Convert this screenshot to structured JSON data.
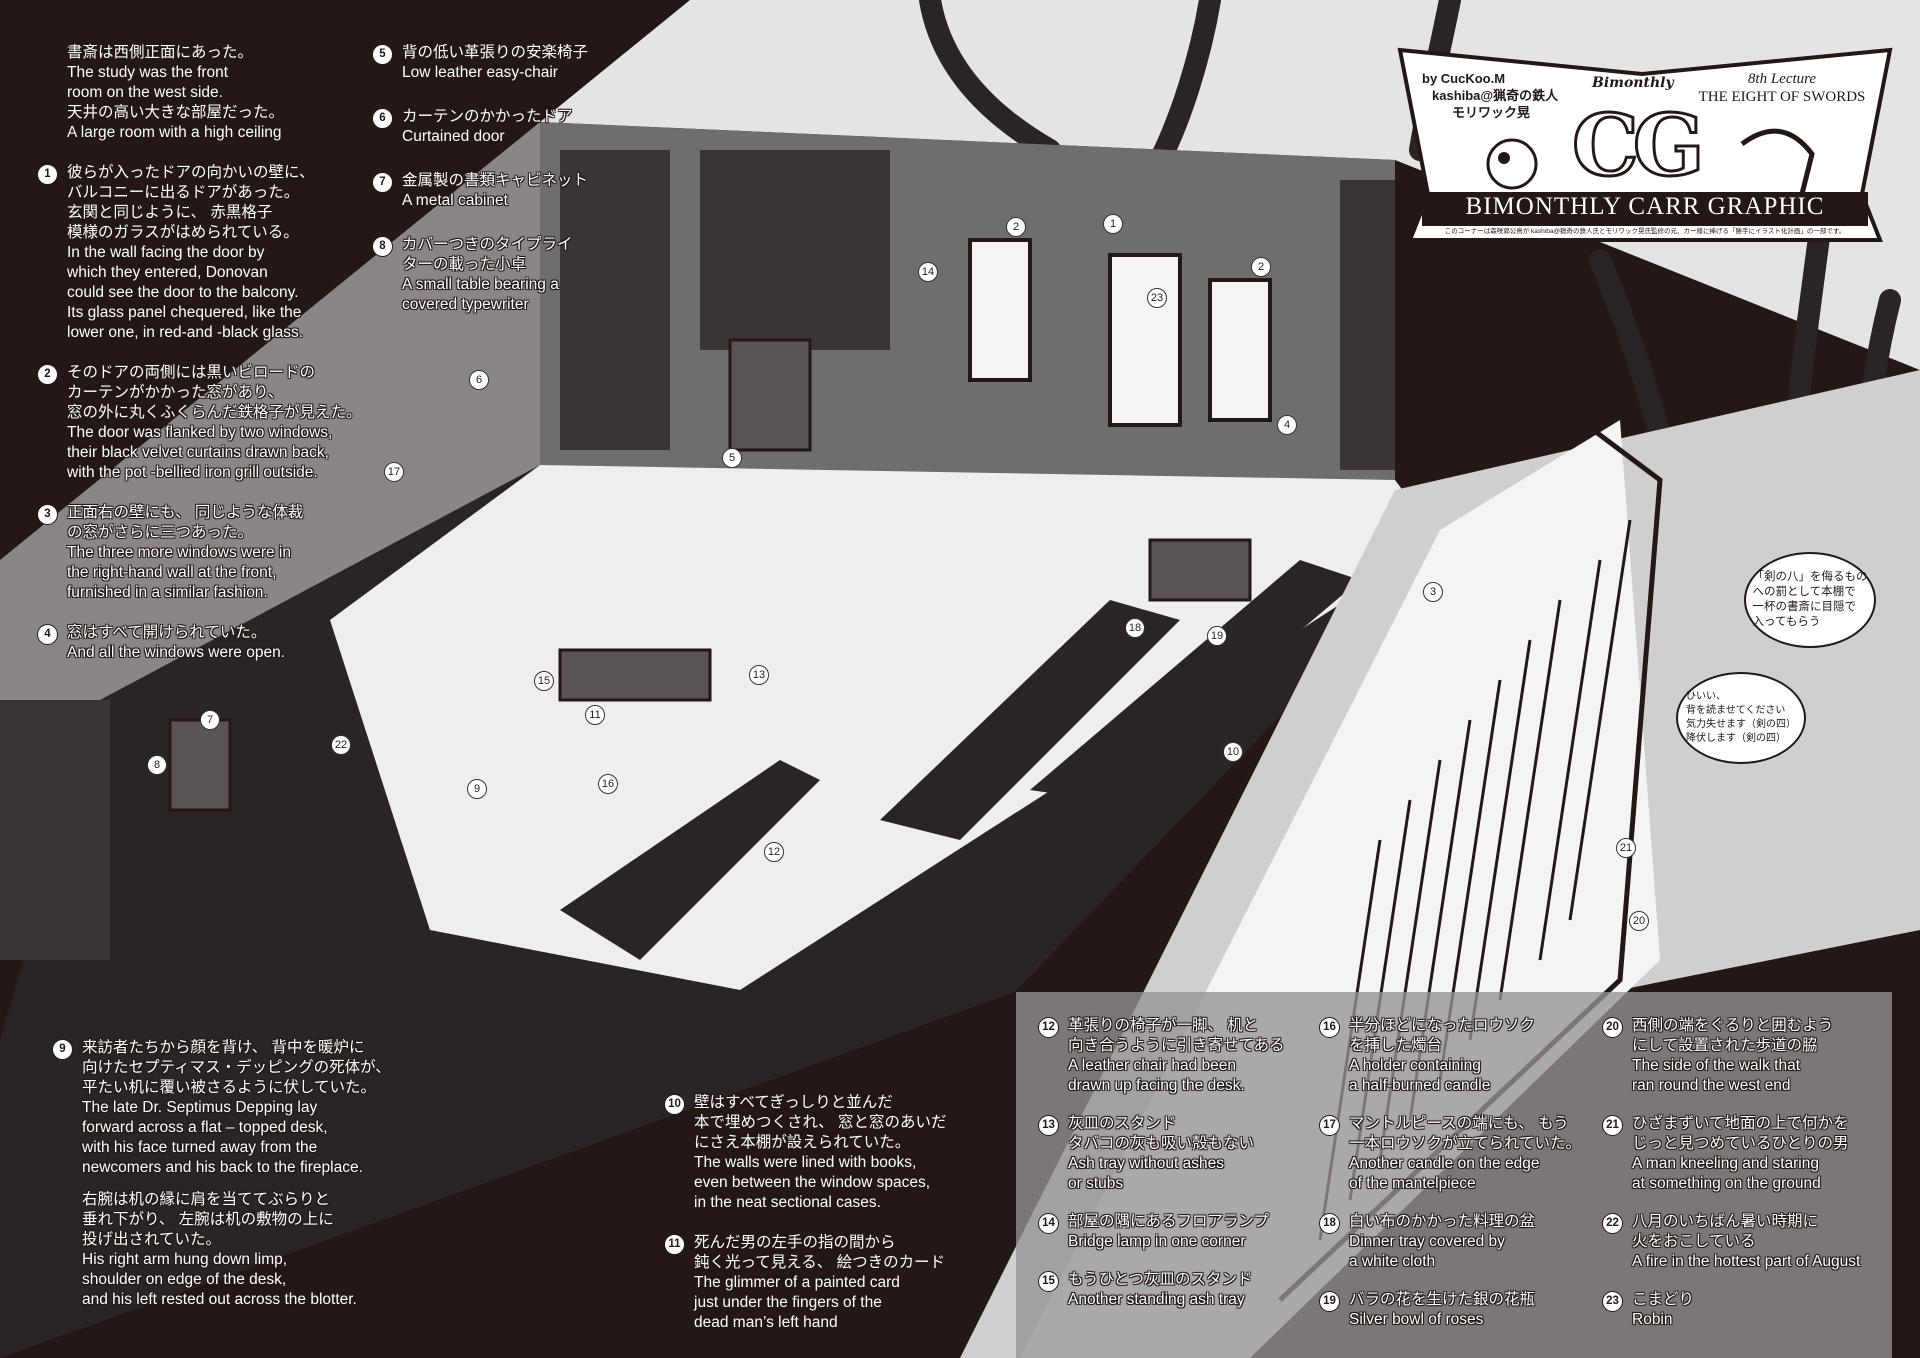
{
  "intro": {
    "lines": [
      "書斎は西側正面にあった。",
      "The study was the front",
      "room on the west side.",
      "天井の高い大きな部屋だった。",
      "A large room with a high ceiling"
    ]
  },
  "left_items": [
    {
      "num": "1",
      "lines": [
        "彼らが入ったドアの向かいの壁に、",
        "バルコニーに出るドアがあった。",
        "玄関と同じように、 赤黒格子",
        "模様のガラスがはめられている。",
        "In the wall facing the door by",
        "which they entered, Donovan",
        "could see the door to the balcony.",
        "Its glass panel chequered, like the",
        "lower one, in red-and -black glass."
      ]
    },
    {
      "num": "2",
      "lines": [
        "そのドアの両側には黒いビロードの",
        "カーテンがかかった窓があり、",
        "窓の外に丸くふくらんだ鉄格子が見えた。",
        "The door was flanked by two windows,",
        "their black velvet curtains drawn back,",
        "with the pot -bellied iron grill outside."
      ]
    },
    {
      "num": "3",
      "lines": [
        "正面右の壁にも、 同じような体裁",
        "の窓がさらに三つあった。",
        "The three more windows were in",
        "the right-hand wall at the front,",
        "furnished in a similar fashion."
      ]
    },
    {
      "num": "4",
      "lines": [
        "窓はすべて開けられていた。",
        "And all the windows were open."
      ]
    }
  ],
  "top_items": [
    {
      "num": "5",
      "lines": [
        "背の低い革張りの安楽椅子",
        "Low leather easy-chair"
      ]
    },
    {
      "num": "6",
      "lines": [
        "カーテンのかかったドア",
        "Curtained door"
      ]
    },
    {
      "num": "7",
      "lines": [
        "金属製の書類キャビネット",
        "A metal cabinet"
      ]
    },
    {
      "num": "8",
      "lines": [
        "カバーつきのタイプライ",
        "ターの載った小卓",
        "A small table bearing a",
        "covered typewriter"
      ]
    }
  ],
  "item9": {
    "num": "9",
    "lines": [
      "来訪者たちから顔を背け、 背中を暖炉に",
      "向けたセプティマス・デッピングの死体が、",
      "平たい机に覆い被さるように伏していた。",
      "The late Dr. Septimus Depping lay",
      "forward across a flat – topped desk,",
      "with his face turned away from the",
      "newcomers and his back to the fireplace."
    ],
    "lines2": [
      "右腕は机の縁に肩を当ててぶらりと",
      "垂れ下がり、 左腕は机の敷物の上に",
      "投げ出されていた。",
      "His right arm hung down limp,",
      "shoulder on edge of the desk,",
      " and his left rested out across the blotter."
    ]
  },
  "mid_items": [
    {
      "num": "10",
      "lines": [
        "壁はすべてぎっしりと並んだ",
        "本で埋めつくされ、 窓と窓のあいだ",
        "にさえ本棚が設えられていた。",
        "The walls were lined with books,",
        "even between the window spaces,",
        "in the neat sectional cases."
      ]
    },
    {
      "num": "11",
      "lines": [
        "死んだ男の左手の指の間から",
        "鈍く光って見える、 絵つきのカード",
        "The glimmer of a painted card",
        "just under the fingers of the",
        "dead man’s left hand"
      ]
    }
  ],
  "col1": [
    {
      "num": "12",
      "lines": [
        "革張りの椅子が一脚、 机と",
        "向き合うように引き寄せてある",
        "A leather chair had been",
        "drawn up facing the desk."
      ]
    },
    {
      "num": "13",
      "lines": [
        "灰皿のスタンド",
        "タバコの灰も吸い殻もない",
        "Ash tray without ashes",
        "or stubs"
      ]
    },
    {
      "num": "14",
      "lines": [
        "部屋の隅にあるフロアランプ",
        "Bridge lamp in one corner"
      ]
    },
    {
      "num": "15",
      "lines": [
        "もうひとつ灰皿のスタンド",
        "Another standing ash tray"
      ]
    }
  ],
  "col2": [
    {
      "num": "16",
      "lines": [
        "半分ほどになったロウソク",
        "を挿した燭台",
        "A holder containing",
        "a half-burned candle"
      ]
    },
    {
      "num": "17",
      "lines": [
        "マントルピースの端にも、 もう",
        "一本ロウソクが立てられていた。",
        "Another candle on the edge",
        "of the mantelpiece"
      ]
    },
    {
      "num": "18",
      "lines": [
        "白い布のかかった料理の盆",
        "Dinner tray covered by",
        "a white cloth"
      ]
    },
    {
      "num": "19",
      "lines": [
        "バラの花を生けた銀の花瓶",
        "Silver bowl of roses"
      ]
    }
  ],
  "col3": [
    {
      "num": "20",
      "lines": [
        "西側の端をぐるりと囲むよう",
        "にして設置された歩道の脇",
        "The side of the walk that",
        "ran round the west end"
      ]
    },
    {
      "num": "21",
      "lines": [
        "ひざまずいて地面の上で何かを",
        "じっと見つめているひとりの男",
        "A man kneeling and staring",
        "at something on the ground"
      ]
    },
    {
      "num": "22",
      "lines": [
        "八月のいちばん暑い時期に",
        "火をおこしている",
        "A fire in the hottest part of August"
      ]
    },
    {
      "num": "23",
      "lines": [
        "こまどり",
        "Robin"
      ]
    }
  ],
  "logo": {
    "by": [
      "by CucKoo.M",
      "kashiba@猟奇の鉄人",
      "モリワック晃"
    ],
    "bimonthly": "Bimonthly",
    "cg": "CG",
    "lecture": "8th Lecture",
    "lecture_title": "THE EIGHT OF SWORDS",
    "band": "BIMONTHLY CARR GRAPHIC",
    "note": "このコーナーは森咲郭公鳥が kashiba@猟奇の鉄人氏とモリワック晃氏監修の元、カー様に捧げる「勝手にイラスト化計画」の一部です。"
  },
  "bubbles": {
    "sword": [
      "「剣の八」を侮るもの",
      "への罰として本棚で",
      "一杯の書斎に目隠で",
      "入ってもらう"
    ],
    "panda": [
      "ひいい、",
      "背を読ませてください",
      "気力失せます（剣の四）",
      "降伏します（剣の四）"
    ]
  },
  "markers": [
    "1",
    "2",
    "2",
    "14",
    "23",
    "6",
    "17",
    "5",
    "4",
    "3",
    "18",
    "19",
    "15",
    "13",
    "11",
    "7",
    "22",
    "8",
    "10",
    "9",
    "16",
    "12",
    "21",
    "20"
  ],
  "colors": {
    "dark": "#231815",
    "wall": "#6e6e6e",
    "floor": "#f0f0f0",
    "walk": "#bdbdbd",
    "sky": "#e4e4e4"
  }
}
